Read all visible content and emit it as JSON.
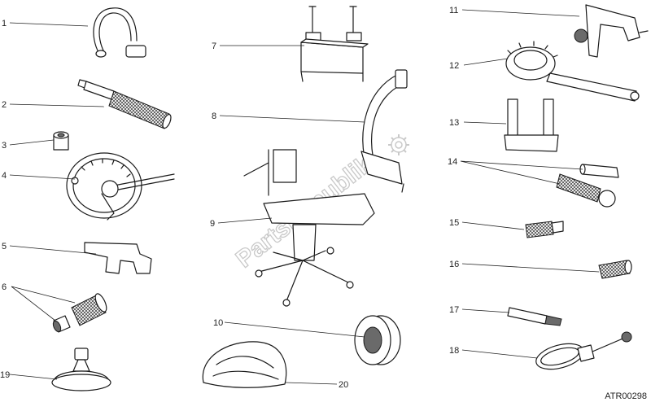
{
  "part_labels": [
    "1",
    "2",
    "3",
    "4",
    "5",
    "6",
    "7",
    "8",
    "9",
    "10",
    "11",
    "12",
    "13",
    "14",
    "15",
    "16",
    "17",
    "18",
    "19",
    "20"
  ],
  "drawing_code": "ATR00298",
  "watermark": "PartsRepublik"
}
